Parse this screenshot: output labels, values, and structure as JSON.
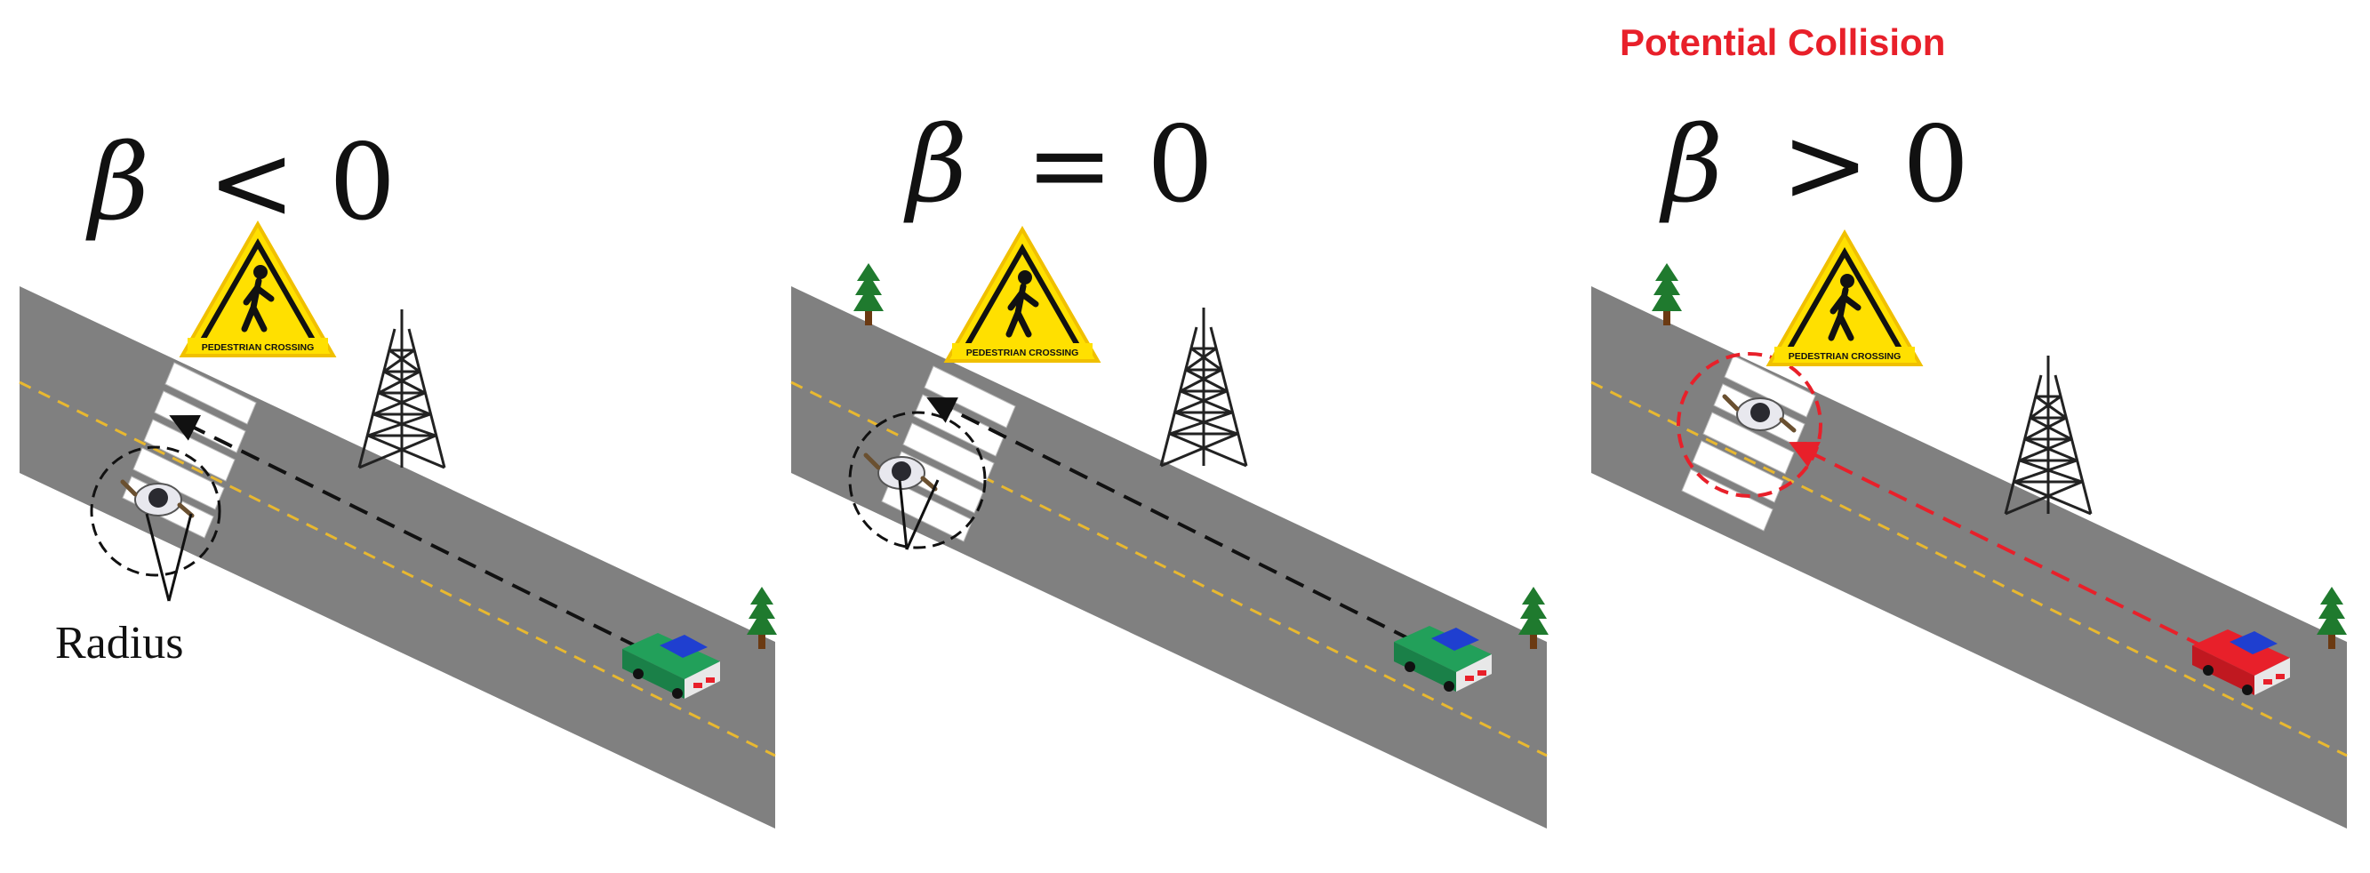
{
  "annotation": {
    "text": "Potential Collision",
    "color": "#e8202a"
  },
  "colors": {
    "road": "#808080",
    "road_edge": "#6e6e6e",
    "center_line": "#e8b830",
    "crosswalk": "#ffffff",
    "sign_fill": "#ffe000",
    "tower": "#222222",
    "tree": "#1f7a2e",
    "trunk": "#6b3a12",
    "car_safe": "#22a05a",
    "car_danger": "#e8202a",
    "car_top": "#1f3fd0",
    "path_safe": "#111111",
    "path_danger": "#e8202a"
  },
  "panels": [
    {
      "beta_symbol": "β",
      "relation": "< 0",
      "sign_text": "PEDESTRIAN CROSSING",
      "radius_label": "Radius",
      "state": "safe"
    },
    {
      "beta_symbol": "β",
      "relation": "= 0",
      "sign_text": "PEDESTRIAN CROSSING",
      "radius_label": "",
      "state": "safe"
    },
    {
      "beta_symbol": "β",
      "relation": "> 0",
      "sign_text": "PEDESTRIAN CROSSING",
      "radius_label": "",
      "state": "danger"
    }
  ]
}
